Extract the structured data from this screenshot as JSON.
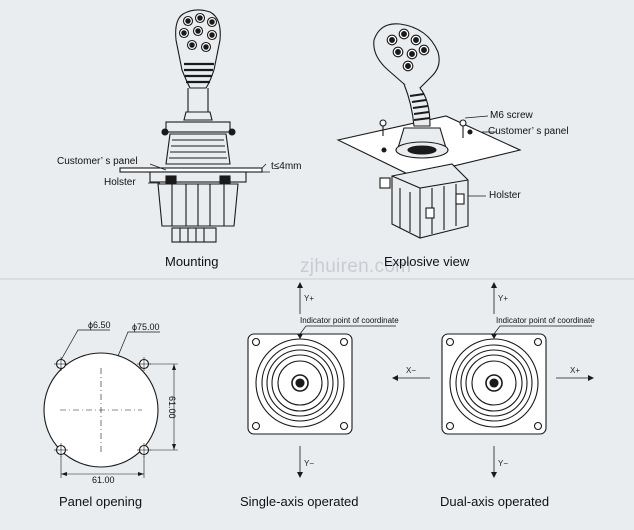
{
  "watermark": "zjhuiren.com",
  "mounting": {
    "caption": "Mounting",
    "customers_panel": "Customer’ s panel",
    "holster": "Holster",
    "thickness": "t≤4mm"
  },
  "explosive": {
    "caption": "Explosive view",
    "m6_screw": "M6 screw",
    "customers_panel": "Customer’ s panel",
    "holster": "Holster"
  },
  "panel_opening": {
    "caption": "Panel opening",
    "hole_dia": "ϕ6.50",
    "circle_dia": "ϕ75.00",
    "width": "61.00",
    "height": "61.00"
  },
  "single_axis": {
    "caption": "Single-axis operated",
    "indicator": "Indicator point of coordinate",
    "y_plus": "Y+",
    "y_minus": "Y−",
    "x_minus": "X−"
  },
  "dual_axis": {
    "caption": "Dual-axis operated",
    "indicator": "Indicator point of coordinate",
    "y_plus": "Y+",
    "y_minus": "Y−",
    "x_plus": "X+"
  }
}
